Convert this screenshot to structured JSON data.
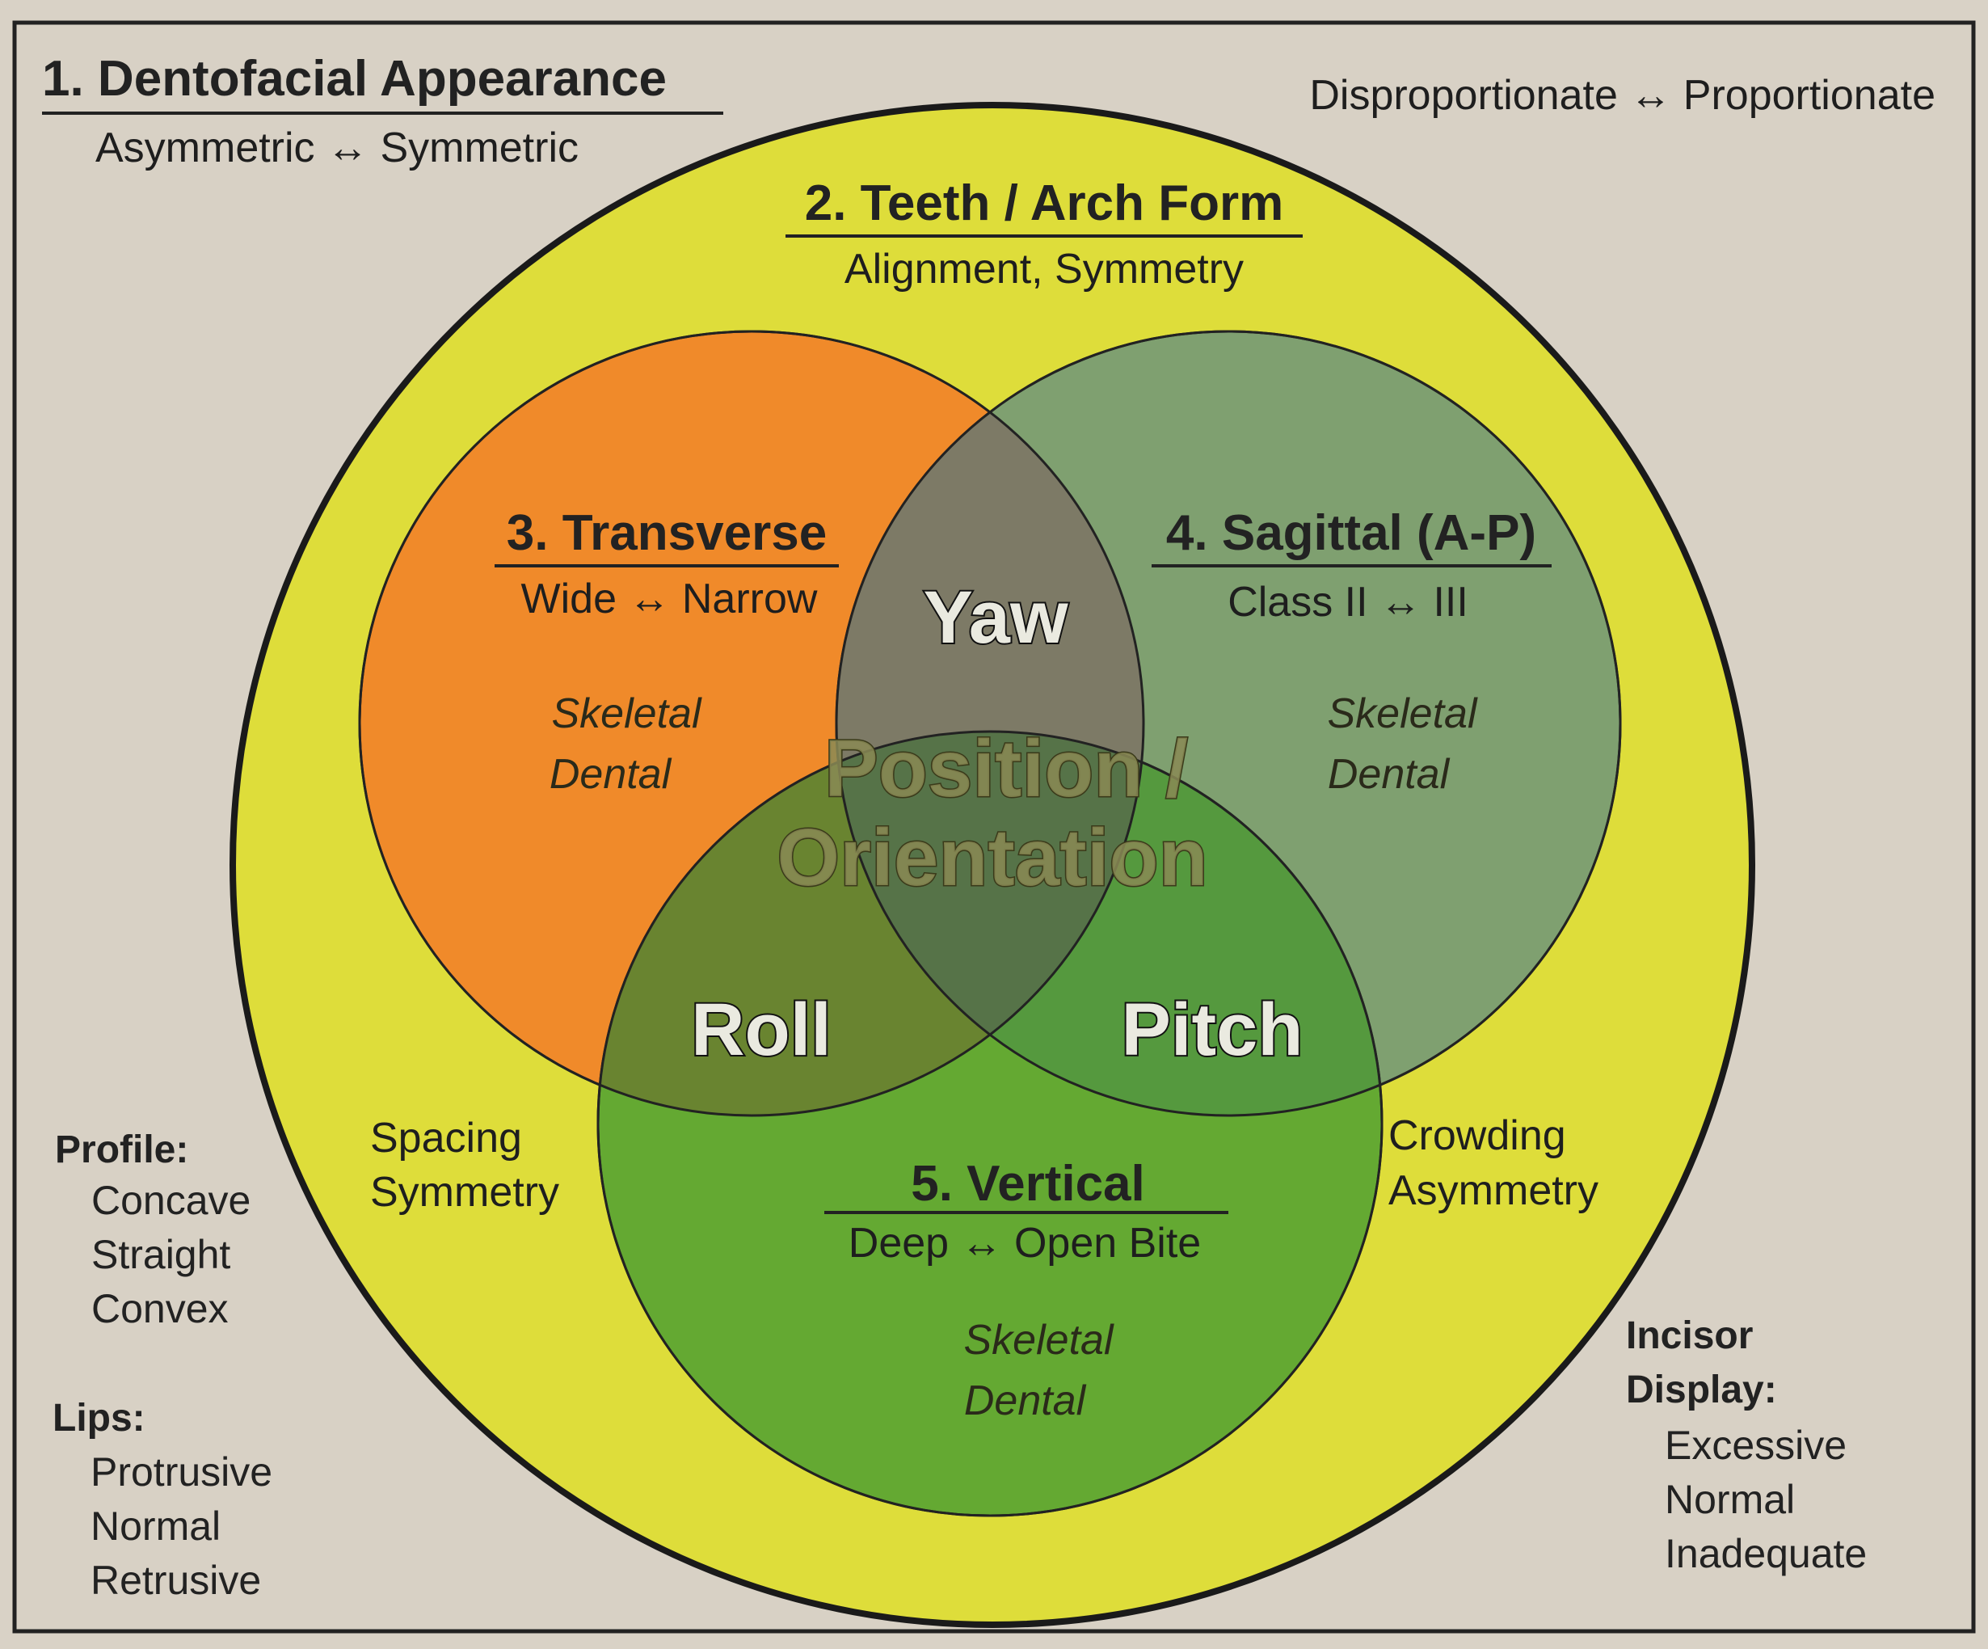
{
  "colors": {
    "page_bg": "#d9d2c6",
    "outer_circle": "#dedd3a",
    "transverse": "#f08a2a",
    "sagittal": "#7fa070",
    "vertical": "#5aa532",
    "overlap_yaw": "#7d7a66",
    "border": "#222222"
  },
  "frame": {
    "title": "1. Dentofacial Appearance",
    "subtitle": "Asymmetric ↔ Symmetric",
    "top_right": "Disproportionate ↔ Proportionate"
  },
  "teeth": {
    "title": "2. Teeth / Arch Form",
    "subtitle": "Alignment, Symmetry"
  },
  "transverse": {
    "title": "3. Transverse",
    "subtitle": "Wide ↔ Narrow",
    "line1": "Skeletal",
    "line2": "Dental"
  },
  "sagittal": {
    "title": "4. Sagittal (A-P)",
    "subtitle": "Class II ↔ III",
    "line1": "Skeletal",
    "line2": "Dental"
  },
  "vertical": {
    "title": "5. Vertical",
    "subtitle": "Deep ↔ Open Bite",
    "line1": "Skeletal",
    "line2": "Dental"
  },
  "overlaps": {
    "yaw": "Yaw",
    "roll": "Roll",
    "pitch": "Pitch",
    "center_line1": "Position /",
    "center_line2": "Orientation"
  },
  "left_side": {
    "spacing": "Spacing",
    "symmetry": "Symmetry"
  },
  "right_side": {
    "crowding": "Crowding",
    "asymmetry": "Asymmetry"
  },
  "profile": {
    "heading": "Profile:",
    "items": [
      "Concave",
      "Straight",
      "Convex"
    ]
  },
  "lips": {
    "heading": "Lips:",
    "items": [
      "Protrusive",
      "Normal",
      "Retrusive"
    ]
  },
  "incisor": {
    "heading_line1": "Incisor",
    "heading_line2": "Display:",
    "items": [
      "Excessive",
      "Normal",
      "Inadequate"
    ]
  }
}
